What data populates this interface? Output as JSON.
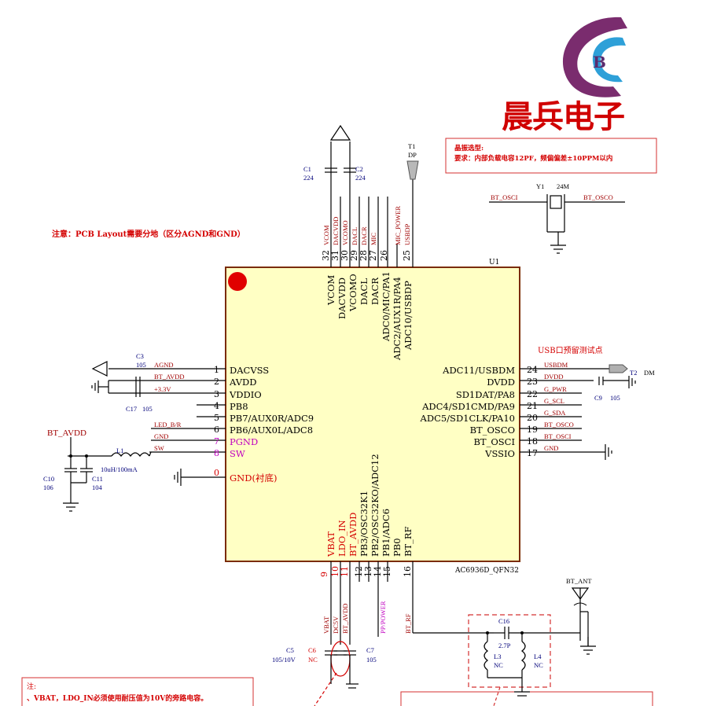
{
  "brand": {
    "logo_letter": "B",
    "company_name": "晨兵电子"
  },
  "notes": {
    "layout_note": "注意：PCB Layout需要分地（区分AGND和GND）",
    "crystal_title": "晶振选型:",
    "crystal_req": "要求：内部负载电容12PF，频偏偏差±10PPM以内",
    "usb_testpoint": "USB口预留测试点",
    "bottom_note_title": "注:",
    "bottom_note": "、VBAT，LDO_IN必须使用耐压值为10V的旁路电容。"
  },
  "chip": {
    "designator": "U1",
    "part": "AC6936D_QFN32",
    "left_pins": [
      {
        "num": "1",
        "name": "DACVSS",
        "net": "AGND"
      },
      {
        "num": "2",
        "name": "AVDD",
        "net": "BT_AVDD"
      },
      {
        "num": "3",
        "name": "VDDIO",
        "net": "+3.3V"
      },
      {
        "num": "4",
        "name": "PB8",
        "net": ""
      },
      {
        "num": "5",
        "name": "PB7/AUX0R/ADC9",
        "net": ""
      },
      {
        "num": "6",
        "name": "PB6/AUX0L/ADC8",
        "net": "LED_B/R"
      },
      {
        "num": "7",
        "name": "PGND",
        "net": "GND"
      },
      {
        "num": "8",
        "name": "SW",
        "net": "SW"
      },
      {
        "num": "0",
        "name": "GND(衬底)",
        "net": ""
      }
    ],
    "right_pins": [
      {
        "num": "24",
        "name": "ADC11/USBDM",
        "net": "USBDM"
      },
      {
        "num": "23",
        "name": "DVDD",
        "net": "DVDD"
      },
      {
        "num": "22",
        "name": "SD1DAT/PA8",
        "net": "G_PWR"
      },
      {
        "num": "21",
        "name": "ADC4/SD1CMD/PA9",
        "net": "G_SCL"
      },
      {
        "num": "20",
        "name": "ADC5/SD1CLK/PA10",
        "net": "G_SDA"
      },
      {
        "num": "19",
        "name": "BT_OSCO",
        "net": "BT_OSCO"
      },
      {
        "num": "18",
        "name": "BT_OSCI",
        "net": "BT_OSCI"
      },
      {
        "num": "17",
        "name": "VSSIO",
        "net": "GND"
      }
    ],
    "top_pins": [
      {
        "num": "32",
        "name": "VCOM",
        "net": "VCOM"
      },
      {
        "num": "31",
        "name": "DACVDD",
        "net": "DACVDD"
      },
      {
        "num": "30",
        "name": "VCOMO",
        "net": "VCOMO"
      },
      {
        "num": "29",
        "name": "DACL",
        "net": "DACL"
      },
      {
        "num": "28",
        "name": "DACR",
        "net": "DACR"
      },
      {
        "num": "27",
        "name": "ADC0/MIC/PA1",
        "net": "MIC"
      },
      {
        "num": "26",
        "name": "ADC2/AUX1R/PA4",
        "net": "MIC_POWER"
      },
      {
        "num": "25",
        "name": "ADC10/USBDP",
        "net": "USBDP"
      }
    ],
    "bottom_pins": [
      {
        "num": "9",
        "name": "VBAT",
        "net": "VBAT"
      },
      {
        "num": "10",
        "name": "LDO_IN",
        "net": "DC5V"
      },
      {
        "num": "11",
        "name": "BT_AVDD",
        "net": "BT_AVDD"
      },
      {
        "num": "12",
        "name": "PB3/OSC32K1",
        "net": ""
      },
      {
        "num": "13",
        "name": "PB2/OSC32KO/ADC12",
        "net": ""
      },
      {
        "num": "14",
        "name": "PB1/ADC6",
        "net": "PP/POWER"
      },
      {
        "num": "15",
        "name": "PB0",
        "net": ""
      },
      {
        "num": "16",
        "name": "BT_RF",
        "net": "BT_RF"
      }
    ]
  },
  "components": {
    "c1": {
      "ref": "C1",
      "val": "224"
    },
    "c2": {
      "ref": "C2",
      "val": "224"
    },
    "t1": {
      "ref": "T1",
      "val": "DP"
    },
    "t2": {
      "ref": "T2",
      "val": "DM"
    },
    "y1": {
      "ref": "Y1",
      "val": "24M"
    },
    "osc_left": "BT_OSCI",
    "osc_right": "BT_OSCO",
    "c3": {
      "ref": "C3",
      "val": "105"
    },
    "c17": {
      "ref": "C17",
      "val": "105"
    },
    "c9": {
      "ref": "C9",
      "val": "105"
    },
    "bt_avdd_label": "BT_AVDD",
    "l1": {
      "ref": "L1",
      "val": "10uH/100mA"
    },
    "c10": {
      "ref": "C10",
      "val": "106"
    },
    "c11": {
      "ref": "C11",
      "val": "104"
    },
    "c5": {
      "ref": "C5",
      "val": "105/10V"
    },
    "c6": {
      "ref": "C6",
      "val": "NC"
    },
    "c7": {
      "ref": "C7",
      "val": "105"
    },
    "c16": {
      "ref": "C16",
      "val": "2.7P"
    },
    "l3": {
      "ref": "L3",
      "val": "NC"
    },
    "l4": {
      "ref": "L4",
      "val": "NC"
    },
    "antenna": "BT_ANT",
    "vdd_net": "VBAT",
    "bottom_nets": [
      "VBAT",
      "DC5V",
      "BT_AVDD",
      "PP/POWER",
      "BT_RF"
    ]
  },
  "colors": {
    "chip_fill": "#ffffc4",
    "chip_border": "#7a2b00",
    "note_red": "#d40000",
    "pin_magenta": "#c000c0"
  }
}
